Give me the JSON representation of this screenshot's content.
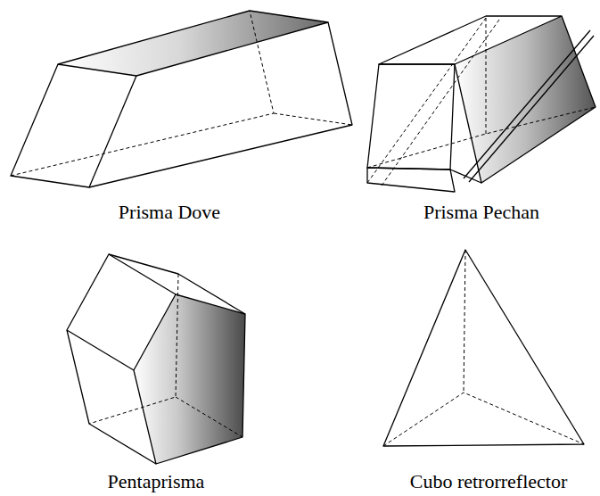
{
  "diagram": {
    "labels": [
      "Prisma Dove",
      "Prisma Pechan",
      "Pentaprisma",
      "Cubo retrorreflector"
    ]
  }
}
